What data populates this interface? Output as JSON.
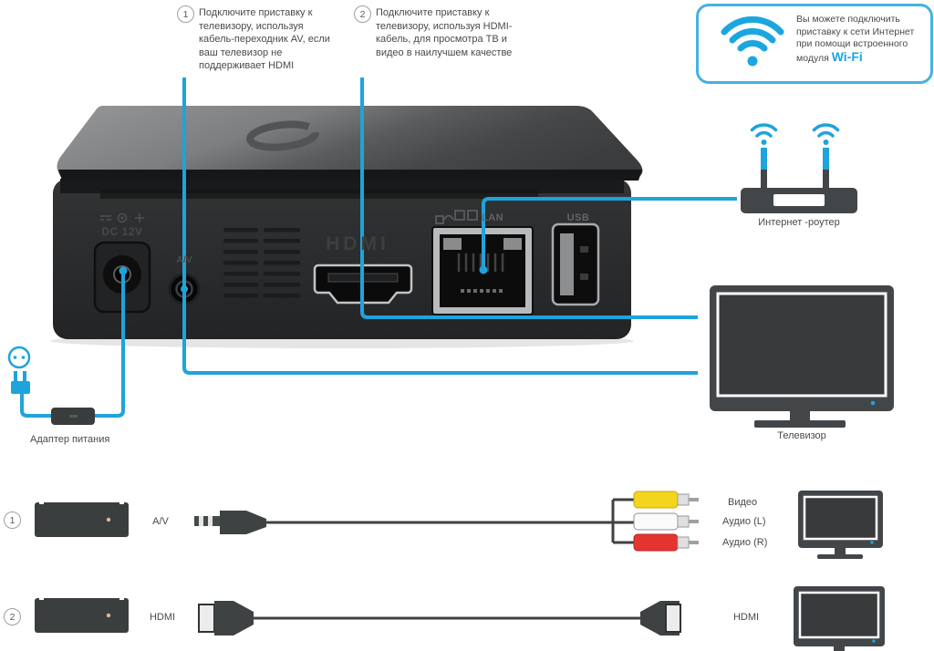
{
  "colors": {
    "accent_blue": "#1fa3dc",
    "wifi_border": "#45b2e2",
    "device_dark": "#434648",
    "rca_yellow": "#f3d51e",
    "rca_white": "#fafafa",
    "rca_red": "#e43431"
  },
  "callouts": [
    {
      "number": "1",
      "text": "Подключите приставку к телевизору, используя кабель-переходник AV, если ваш телевизор не поддерживает HDMI"
    },
    {
      "number": "2",
      "text": "Подключите приставку к телевизору, используя HDMI-кабель, для просмотра ТВ и видео в наилучшем качестве"
    }
  ],
  "wifi_note": {
    "text": "Вы можете подключить\nприставку к сети Интернет\nпри помощи встроенного\nмодуля",
    "highlight": "Wi-Fi"
  },
  "device_labels": {
    "dc": "DC 12V",
    "av": "A/V",
    "hdmi": "HDMI",
    "lan": "LAN",
    "usb": "USB"
  },
  "captions": {
    "router": "Интернет -роутер",
    "tv": "Телевизор",
    "adapter": "Адаптер питания"
  },
  "bottom_rows": [
    {
      "number": "1",
      "connector": "A/V",
      "rca_labels": [
        "Видео",
        "Аудио (L)",
        "Аудио (R)"
      ]
    },
    {
      "number": "2",
      "connector": "HDMI",
      "right_label": "HDMI"
    }
  ]
}
